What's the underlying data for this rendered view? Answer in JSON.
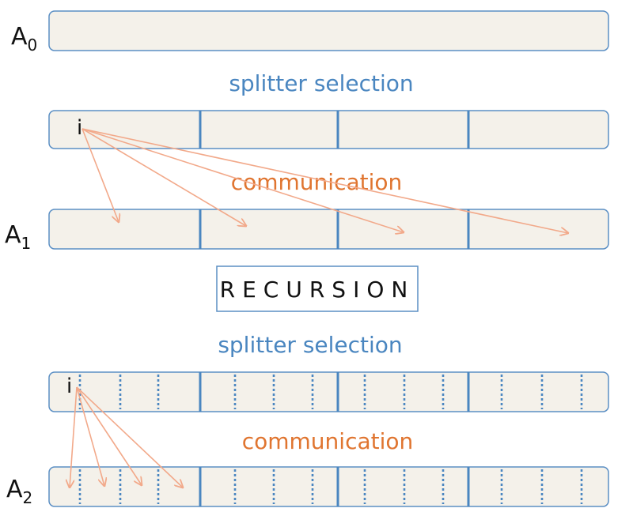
{
  "labels": {
    "a0": "A",
    "a0_sub": "0",
    "a1": "A",
    "a1_sub": "1",
    "a2": "A",
    "a2_sub": "2"
  },
  "stage1": {
    "splitter_label": "splitter selection",
    "communication_label": "communication",
    "element_label": "i"
  },
  "recursion_label": "RECURSION",
  "stage2": {
    "splitter_label": "splitter selection",
    "communication_label": "communication",
    "element_label": "i"
  },
  "colors": {
    "array_fill": "#f4f1ea",
    "array_stroke": "#5b8fc4",
    "splitter": "#4a86c0",
    "splitter_label": "#4a86c0",
    "communication_label": "#e07530",
    "arrow": "#f2a98a",
    "text": "#111111"
  }
}
